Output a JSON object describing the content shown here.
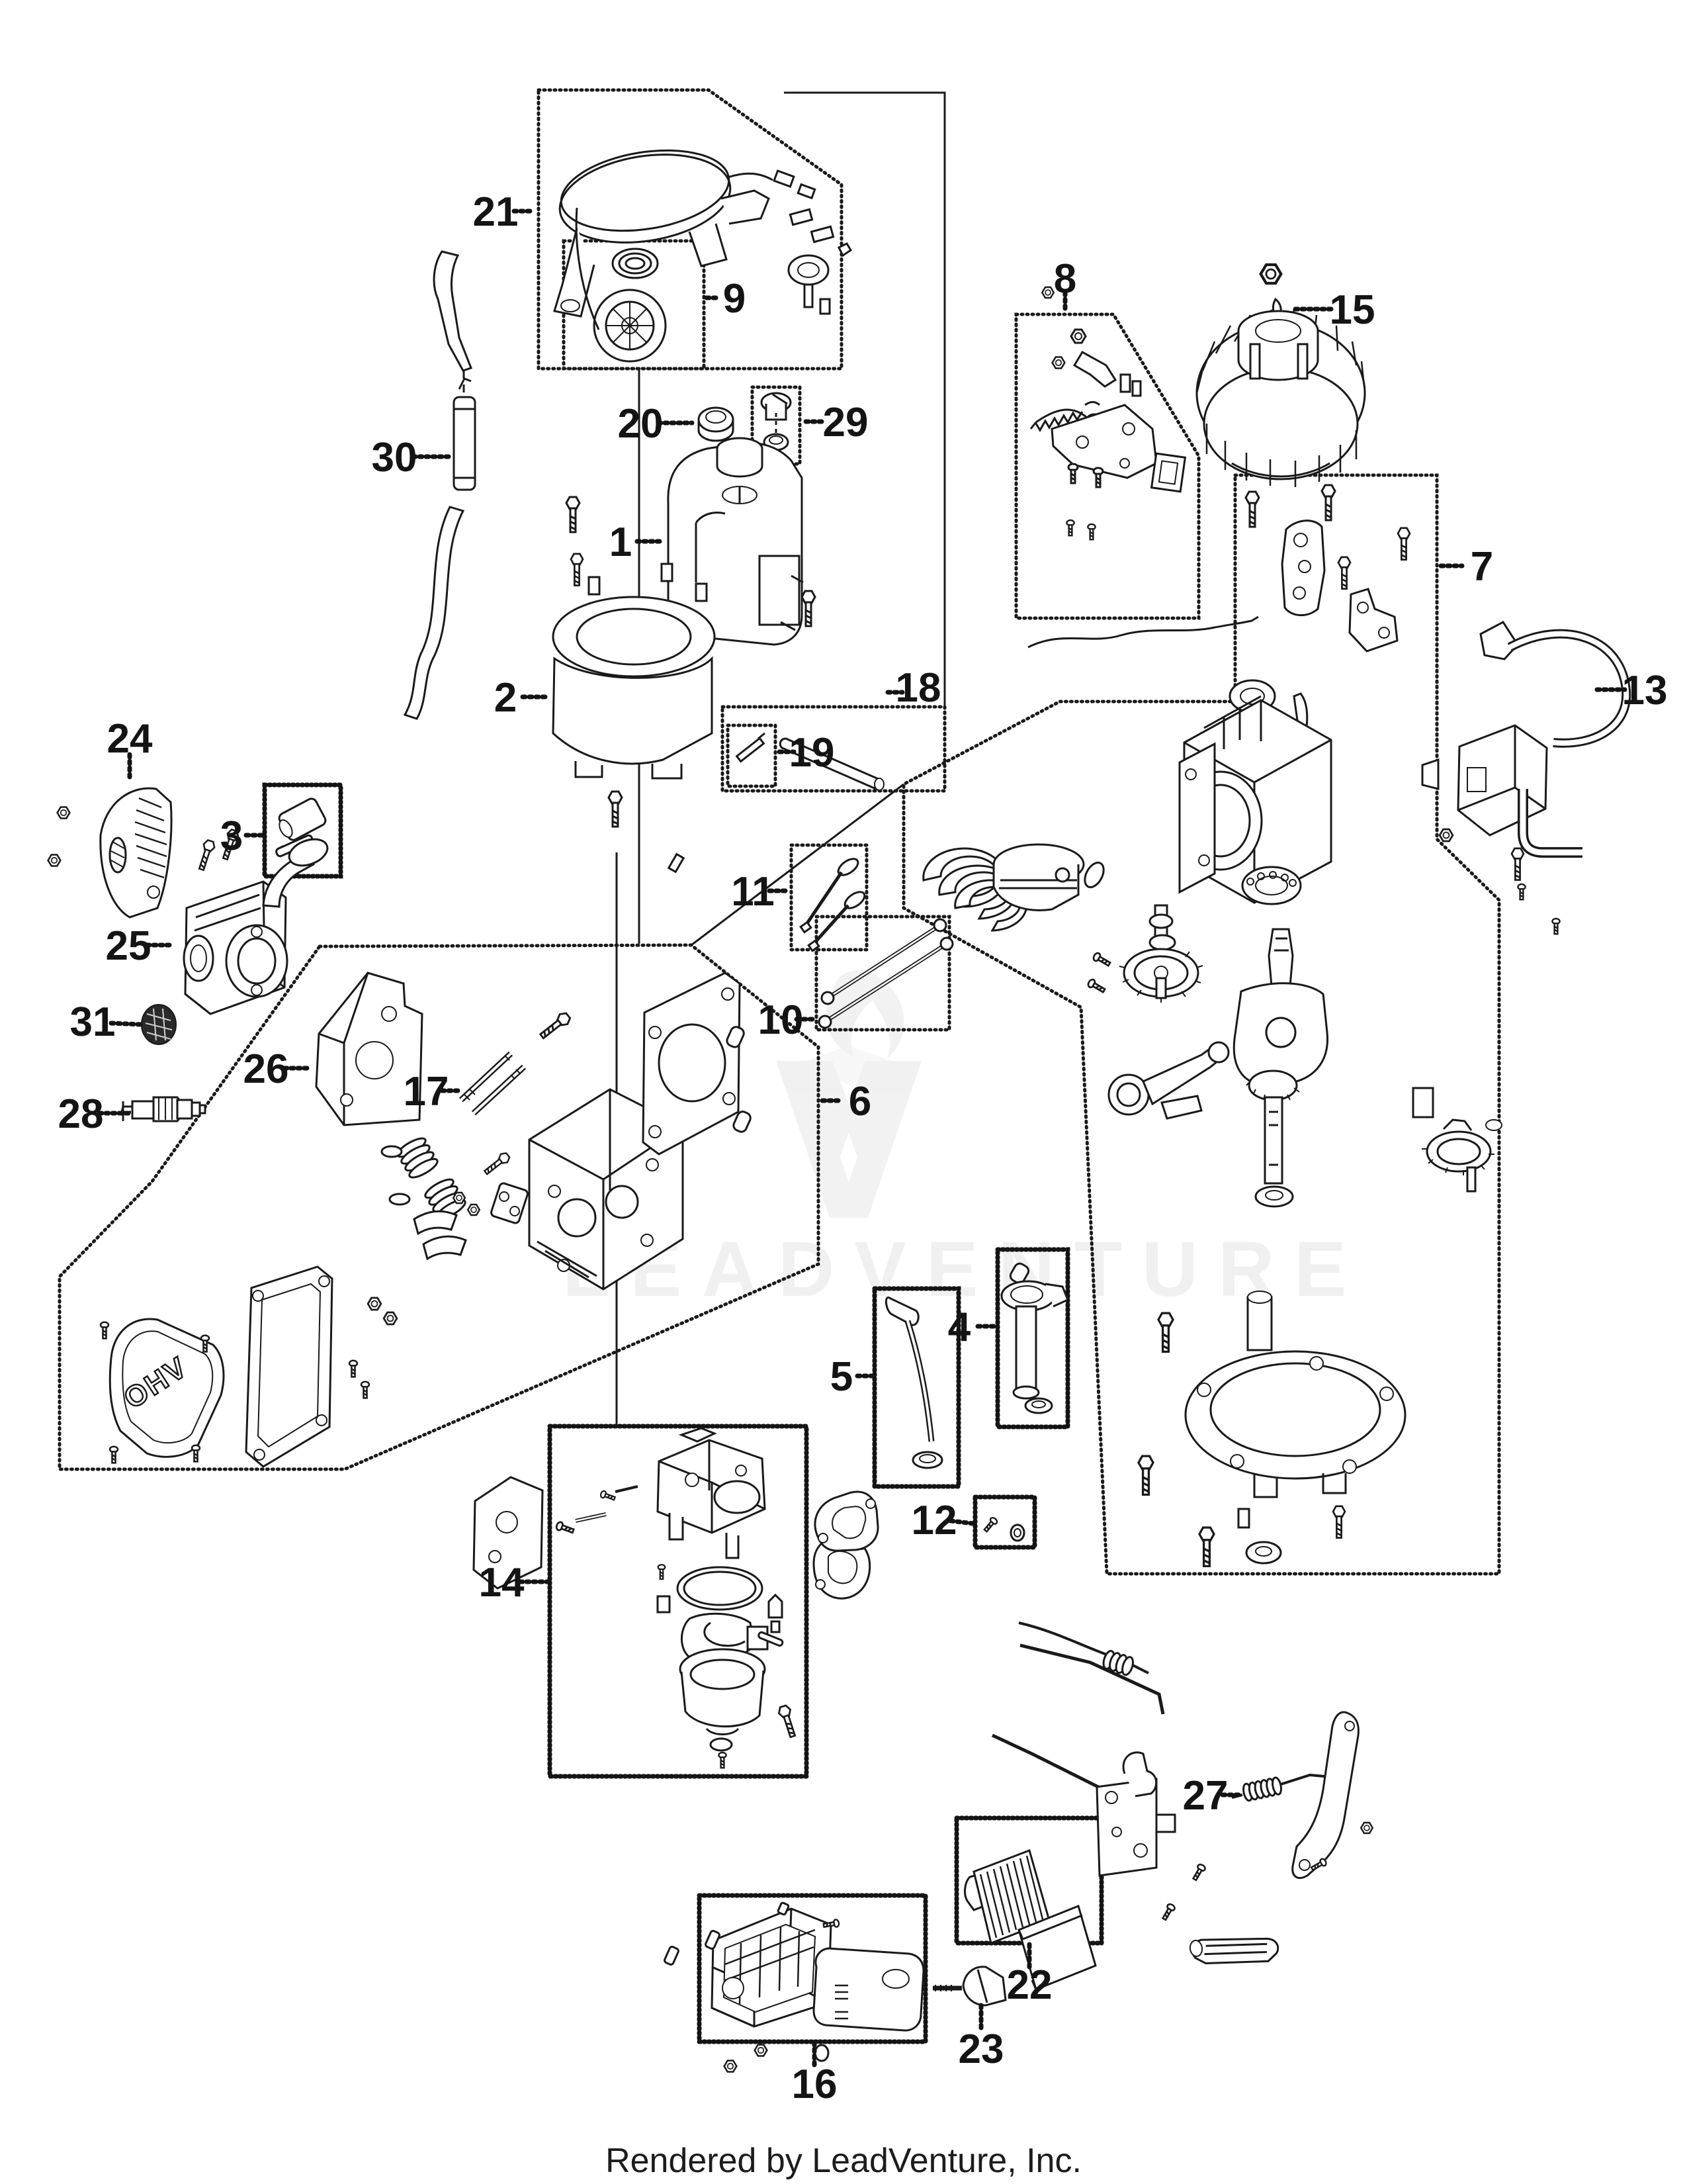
{
  "watermark": {
    "text": "LEADVENTURE"
  },
  "footer": {
    "text": "Rendered by LeadVenture, Inc."
  },
  "engrave": {
    "valve_cover_label": "OHV"
  },
  "diagram": {
    "type": "exploded-parts-diagram",
    "line_color": "#1a1a1a",
    "background": "#ffffff"
  },
  "callouts": [
    {
      "label": "1"
    },
    {
      "label": "2"
    },
    {
      "label": "3"
    },
    {
      "label": "4"
    },
    {
      "label": "5"
    },
    {
      "label": "6"
    },
    {
      "label": "7"
    },
    {
      "label": "8"
    },
    {
      "label": "9"
    },
    {
      "label": "10"
    },
    {
      "label": "11"
    },
    {
      "label": "12"
    },
    {
      "label": "13"
    },
    {
      "label": "14"
    },
    {
      "label": "15"
    },
    {
      "label": "16"
    },
    {
      "label": "17"
    },
    {
      "label": "18"
    },
    {
      "label": "19"
    },
    {
      "label": "20"
    },
    {
      "label": "21"
    },
    {
      "label": "22"
    },
    {
      "label": "23"
    },
    {
      "label": "24"
    },
    {
      "label": "25"
    },
    {
      "label": "26"
    },
    {
      "label": "27"
    },
    {
      "label": "28"
    },
    {
      "label": "29"
    },
    {
      "label": "30"
    },
    {
      "label": "31"
    }
  ]
}
